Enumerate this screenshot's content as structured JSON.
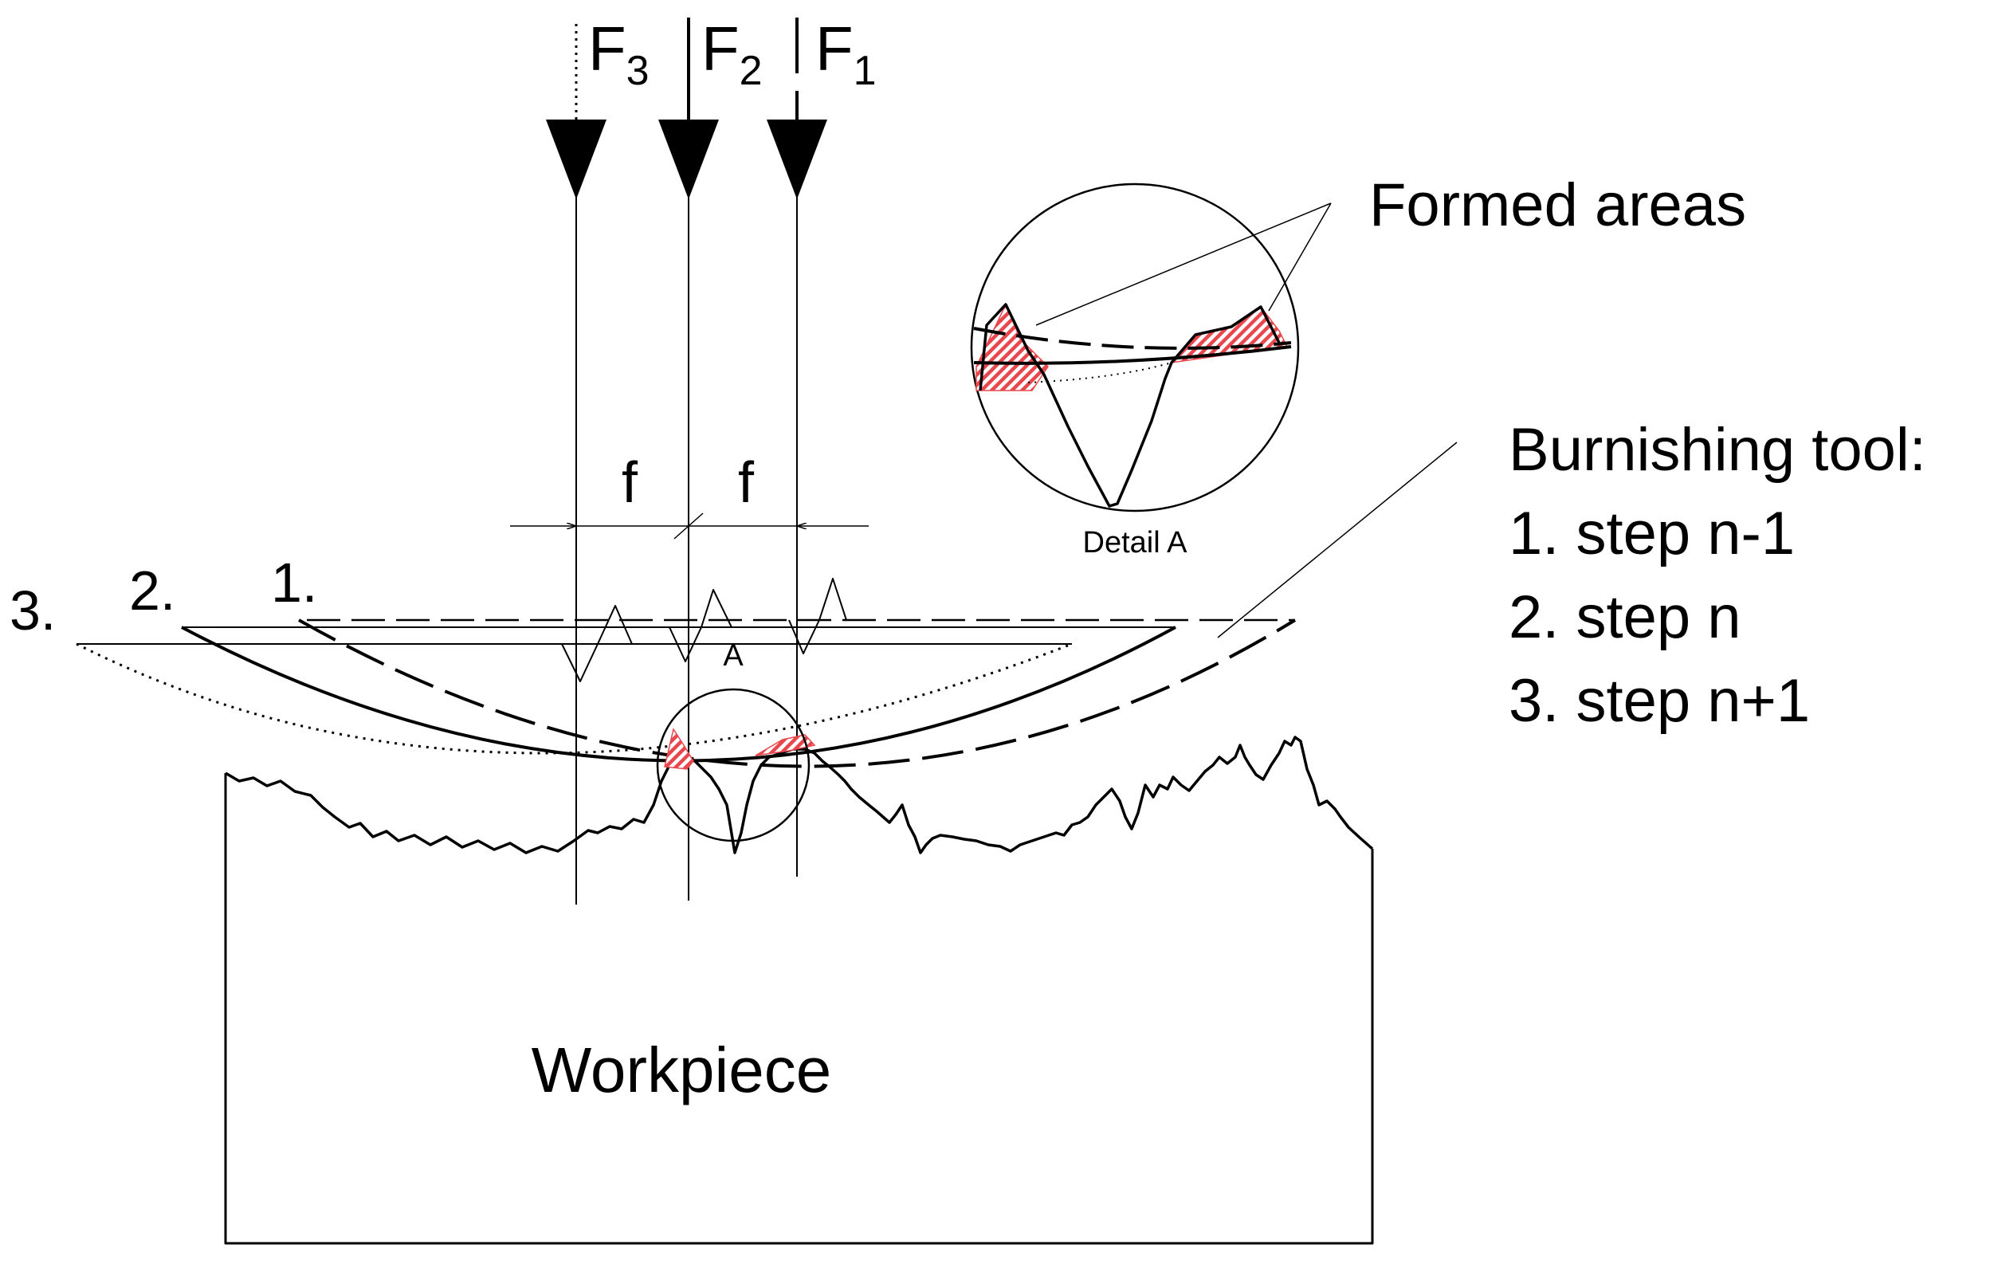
{
  "forces": {
    "f3_base": "F",
    "f3_sub": "3",
    "f2_base": "F",
    "f2_sub": "2",
    "f1_base": "F",
    "f1_sub": "1"
  },
  "feed_left": "f",
  "feed_right": "f",
  "step_markers": {
    "s1": "1.",
    "s2": "2.",
    "s3": "3."
  },
  "detail_marker": "A",
  "detail_label": "Detail A",
  "formed_areas_label": "Formed areas",
  "legend": {
    "title": "Burnishing tool:",
    "item1": "1. step n-1",
    "item2": "2. step n",
    "item3": "3. step n+1"
  },
  "workpiece_label": "Workpiece",
  "colors": {
    "formed_fill": "#e8484d",
    "line": "#000000"
  }
}
